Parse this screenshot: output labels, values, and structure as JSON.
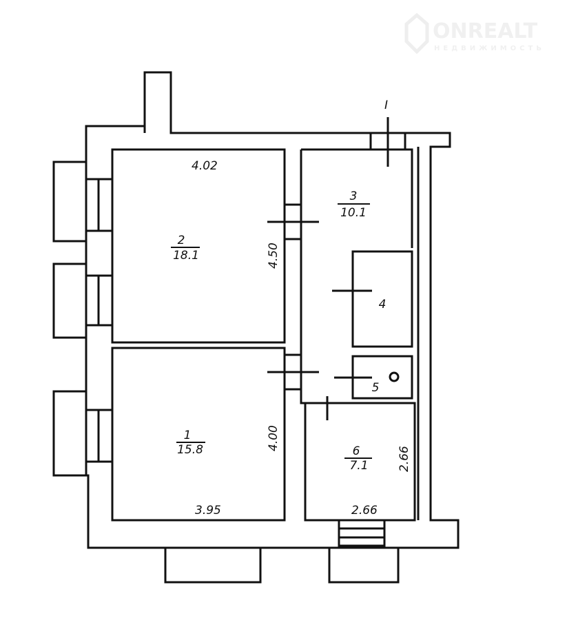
{
  "watermark": {
    "brand": "ONREALT",
    "subtitle": "НЕДВИЖИМОСТЬ"
  },
  "section_mark": "I",
  "rooms": [
    {
      "number": "1",
      "area": "15.8"
    },
    {
      "number": "2",
      "area": "18.1"
    },
    {
      "number": "3",
      "area": "10.1"
    },
    {
      "number": "4"
    },
    {
      "number": "5"
    },
    {
      "number": "6",
      "area": "7.1"
    }
  ],
  "dimensions": {
    "room2_width": "4.02",
    "room2_depth": "4.50",
    "room1_depth": "4.00",
    "room1_width": "3.95",
    "room6_width": "2.66",
    "room6_depth": "2.66"
  }
}
